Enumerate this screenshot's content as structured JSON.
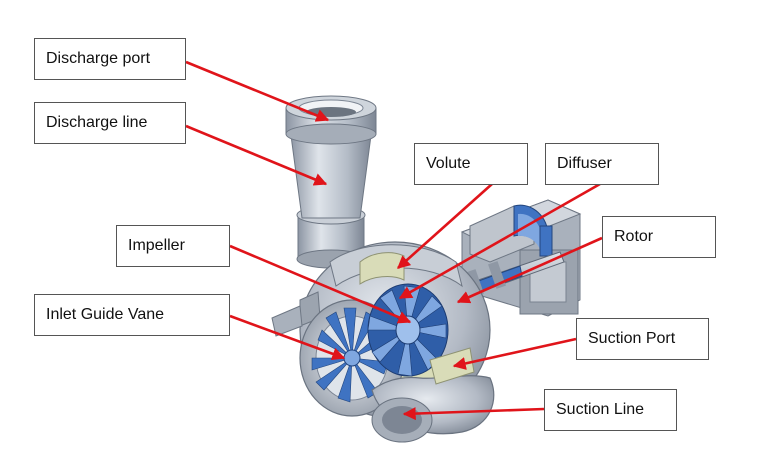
{
  "diagram": {
    "labels": [
      {
        "id": "discharge-port",
        "text": "Discharge port"
      },
      {
        "id": "discharge-line",
        "text": "Discharge line"
      },
      {
        "id": "volute",
        "text": "Volute"
      },
      {
        "id": "diffuser",
        "text": "Diffuser"
      },
      {
        "id": "impeller",
        "text": "Impeller"
      },
      {
        "id": "rotor",
        "text": "Rotor"
      },
      {
        "id": "inlet-guide-vane",
        "text": "Inlet Guide Vane"
      },
      {
        "id": "suction-port",
        "text": "Suction Port"
      },
      {
        "id": "suction-line",
        "text": "Suction Line"
      }
    ],
    "colors": {
      "arrow": "#e0141a",
      "metal": "#b8bfc9",
      "metal_dark": "#7d8694",
      "metal_light": "#dde2e8",
      "blade": "#3f73c2",
      "blade_light": "#7fa7e0",
      "section": "#d9dcb8"
    }
  }
}
